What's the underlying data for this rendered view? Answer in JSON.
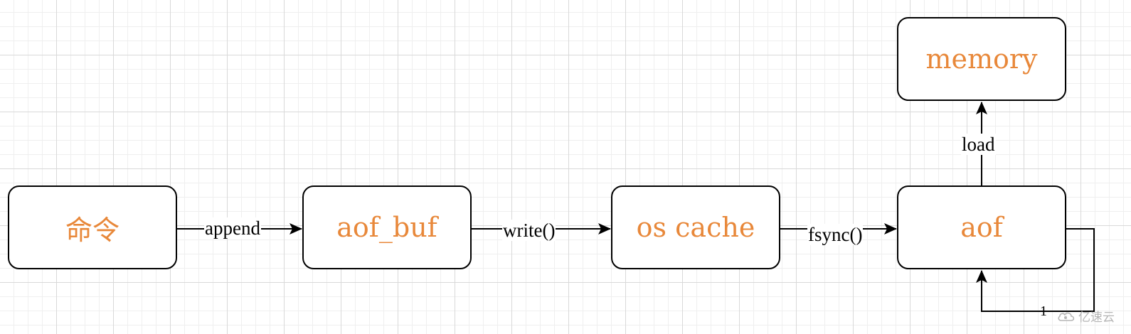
{
  "nodes": {
    "command": "命令",
    "aof_buf": "aof_buf",
    "os_cache": "os cache",
    "aof": "aof",
    "memory": "memory"
  },
  "edges": {
    "append": "append",
    "write": "write()",
    "fsync": "fsync()",
    "load": "load",
    "loop_fragment": "1"
  },
  "colors": {
    "node_text": "#e8883a",
    "stroke": "#000000",
    "grid": "#d9d9d9"
  },
  "watermark": {
    "icon": "cloud-logo-icon",
    "text": "亿速云"
  }
}
